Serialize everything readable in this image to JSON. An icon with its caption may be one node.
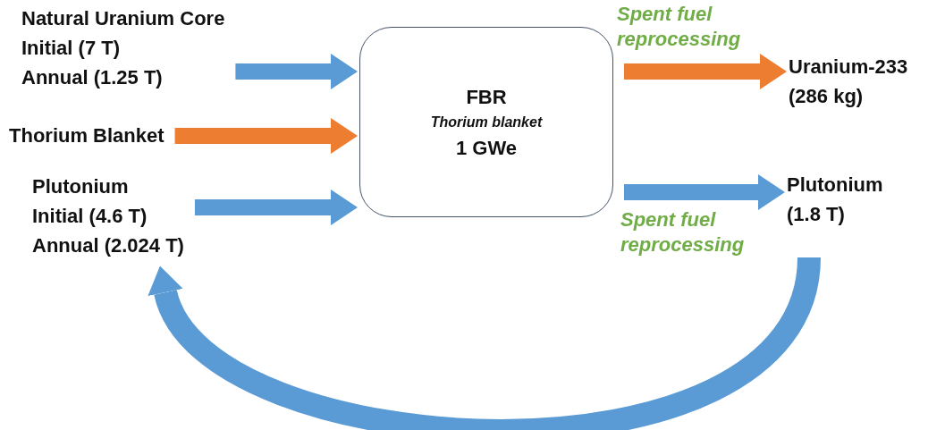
{
  "diagram": {
    "nodes": [
      {
        "text": [
          "Natural Uranium Core",
          "Initial (7 T)",
          "Annual (1.25 T)"
        ]
      },
      {
        "text": [
          "Thorium Blanket"
        ]
      },
      {
        "text": [
          "Plutonium",
          "Initial (4.6 T)",
          "Annual (2.024 T)"
        ]
      },
      {
        "text": [
          "FBR",
          "Thorium blanket",
          "1 GWe"
        ]
      },
      {
        "text": [
          "Uranium-233 (286 kg)"
        ]
      },
      {
        "text": [
          "Plutonium (1.8 T)"
        ]
      }
    ],
    "edges": [
      {
        "from": 0,
        "to": 3,
        "arrow": "to"
      },
      {
        "from": 1,
        "to": 3,
        "arrow": "to",
        "color": "#ed7d31"
      },
      {
        "from": 2,
        "to": 3,
        "arrow": "to"
      },
      {
        "from": 3,
        "to": 4,
        "arrow": "to",
        "color": "#ed7d31",
        "label": "Spent fuel reprocessing"
      },
      {
        "from": 3,
        "to": 5,
        "arrow": "to",
        "label": "Spent fuel reprocessing"
      },
      {
        "from": 5,
        "to": 2,
        "arrow": "to"
      }
    ]
  }
}
